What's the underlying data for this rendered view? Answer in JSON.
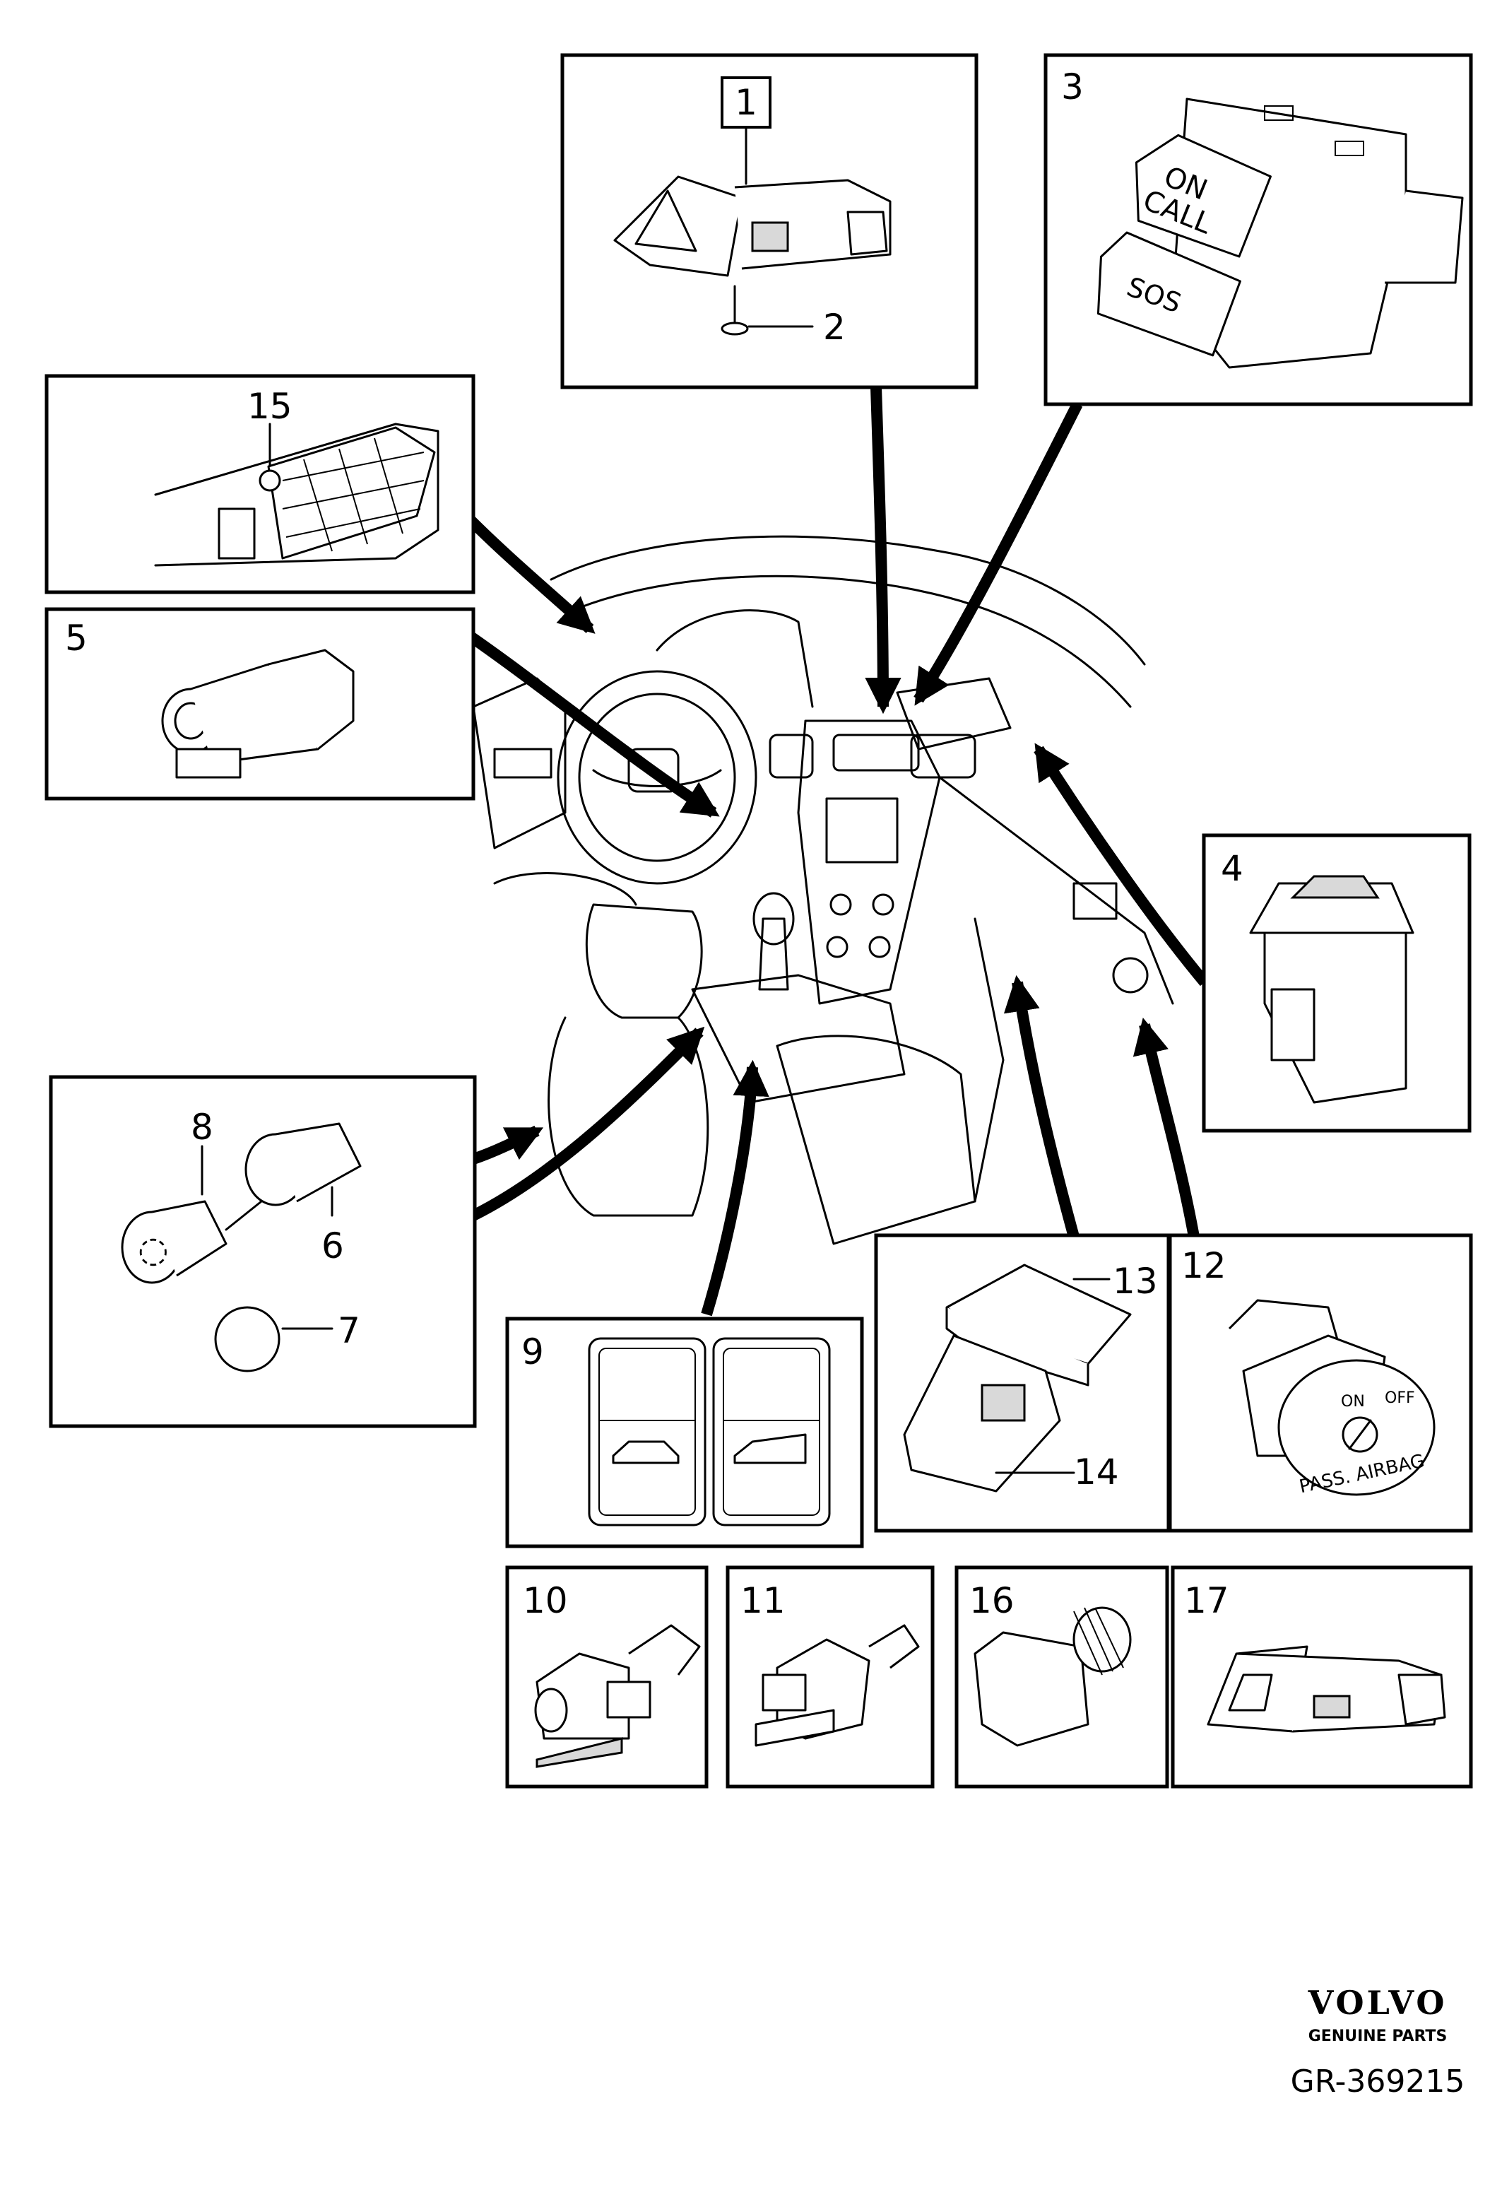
{
  "callouts": {
    "c1": "1",
    "c2": "2",
    "c3": "3",
    "c4": "4",
    "c5": "5",
    "c6": "6",
    "c7": "7",
    "c8": "8",
    "c9": "9",
    "c10": "10",
    "c11": "11",
    "c12": "12",
    "c13": "13",
    "c14": "14",
    "c15": "15",
    "c16": "16",
    "c17": "17"
  },
  "button_text": {
    "on": "ON",
    "call": "CALL",
    "sos": "SOS",
    "airbag_on": "ON",
    "airbag_off": "OFF",
    "airbag_label": "PASS. AIRBAG"
  },
  "branding": {
    "logo": "VOLVO",
    "tagline": "GENUINE PARTS",
    "ref": "GR-369215"
  }
}
